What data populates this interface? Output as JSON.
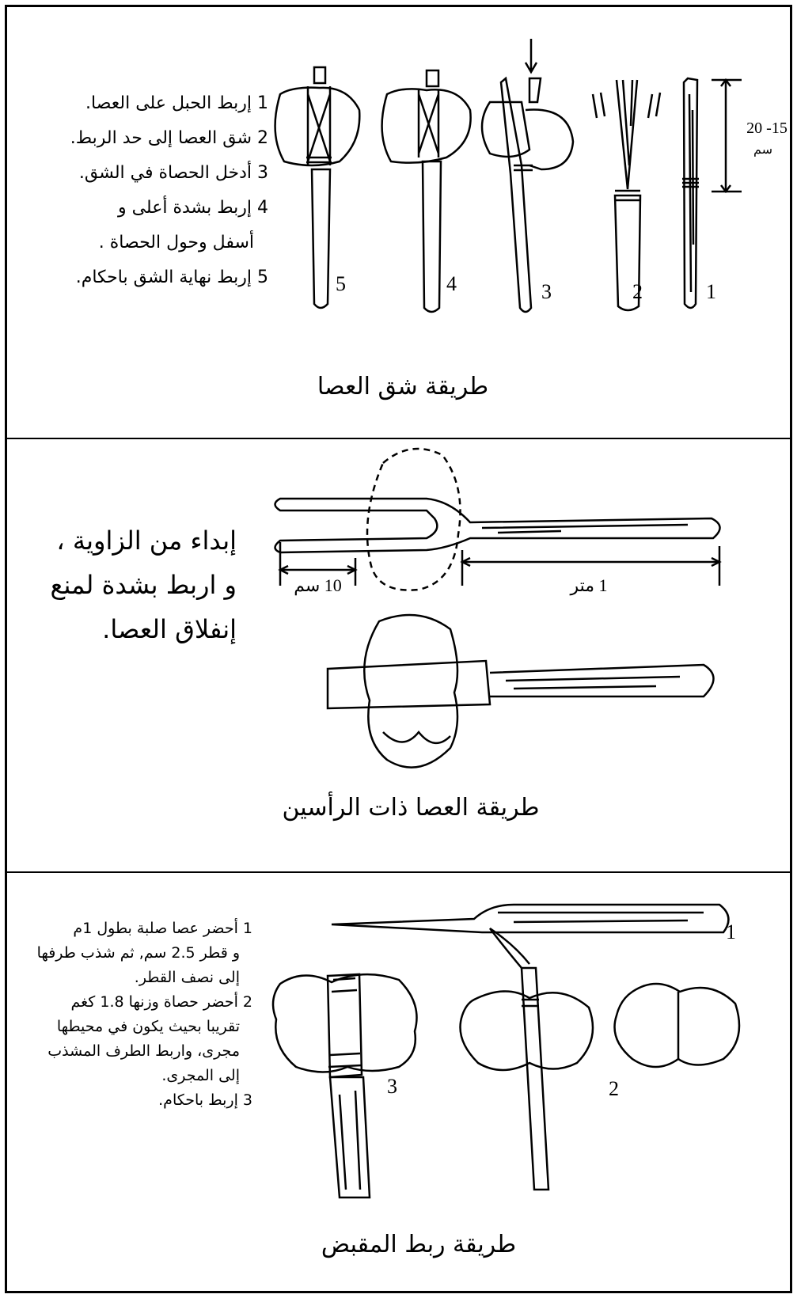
{
  "panel1": {
    "steps": [
      "1 إربط الحبل على العصا.",
      "2 شق العصا إلى حد الربط.",
      "3 أدخل الحصاة  في الشق.",
      "4 إربط بشدة أعلى و",
      "أسفل وحول الحصاة .",
      "5 إربط نهاية الشق باحكام."
    ],
    "numbers": [
      "5",
      "4",
      "3",
      "2",
      "1"
    ],
    "dimension_value": "20 -15",
    "dimension_unit": "سم",
    "caption": "طريقة شق العصا"
  },
  "panel2": {
    "instruction_lines": [
      "إبداء من الزاوية ،",
      "و اربط بشدة لمنع",
      "إنفلاق العصا."
    ],
    "dim_short": "10 سم",
    "dim_long": "1 متر",
    "caption": "طريقة العصا ذات الرأسين"
  },
  "panel3": {
    "steps": [
      "1 أحضر عصا صلبة بطول 1م",
      "و قطر 2.5 سم, ثم شذب طرفها",
      "إلى نصف القطر.",
      "2 أحضر حصاة وزنها 1.8 كغم",
      "تقريبا بحيث يكون في محيطها",
      "مجرى، واربط الطرف المشذب",
      "إلى المجرى.",
      "3 إربط باحكام."
    ],
    "numbers": [
      "1",
      "3",
      "2"
    ],
    "caption": "طريقة ربط المقبض"
  }
}
